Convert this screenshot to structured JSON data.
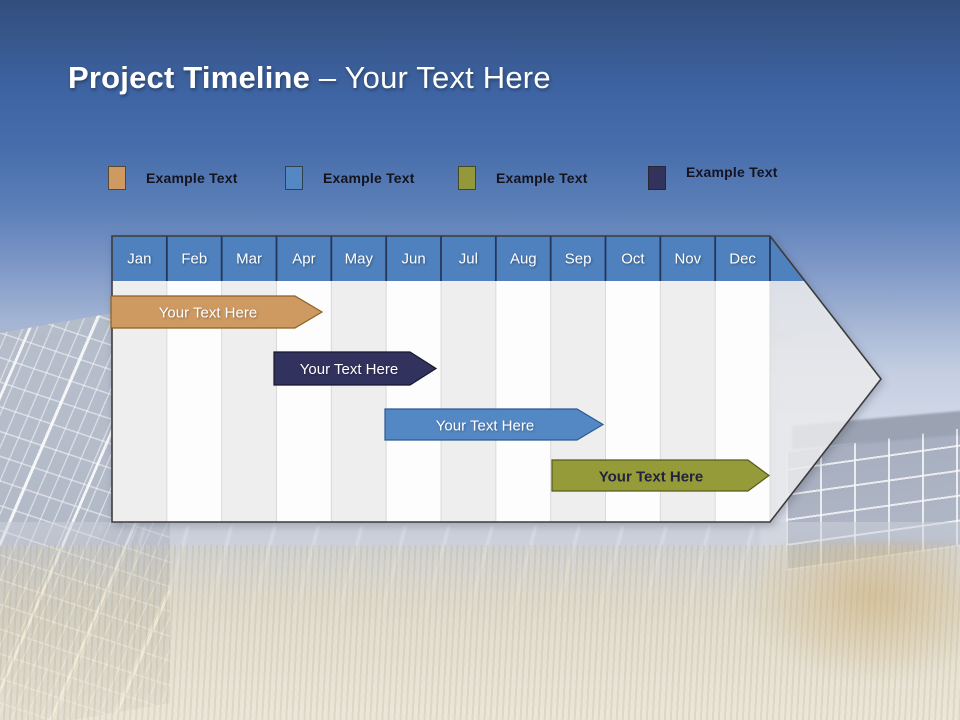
{
  "slide": {
    "title_bold": "Project Timeline",
    "title_rest": " – Your Text Here"
  },
  "legend": {
    "items": [
      {
        "label": "Example Text",
        "color": "#CE9A62"
      },
      {
        "label": "Example Text",
        "color": "#5488C4"
      },
      {
        "label": "Example Text",
        "color": "#93993A"
      },
      {
        "label": "Example Text",
        "color": "#32325C"
      }
    ]
  },
  "timeline": {
    "header_color": "#4E81BD",
    "months": [
      "Jan",
      "Feb",
      "Mar",
      "Apr",
      "May",
      "Jun",
      "Jul",
      "Aug",
      "Sep",
      "Oct",
      "Nov",
      "Dec"
    ],
    "bars": [
      {
        "label": "Your Text Here",
        "color": "#CE9A62",
        "text_color": "#FFFFFF",
        "row": 1,
        "start": "Jan",
        "end": "mid-Apr"
      },
      {
        "label": "Your Text Here",
        "color": "#32325E",
        "text_color": "#FFFFFF",
        "row": 2,
        "start": "Apr",
        "end": "Jun"
      },
      {
        "label": "Your Text Here",
        "color": "#5488C4",
        "text_color": "#FFFFFF",
        "row": 3,
        "start": "Jun",
        "end": "Sep"
      },
      {
        "label": "Your Text Here",
        "color": "#949B38",
        "text_color": "#23233F",
        "row": 4,
        "start": "Sep",
        "end": "Dec"
      }
    ]
  }
}
